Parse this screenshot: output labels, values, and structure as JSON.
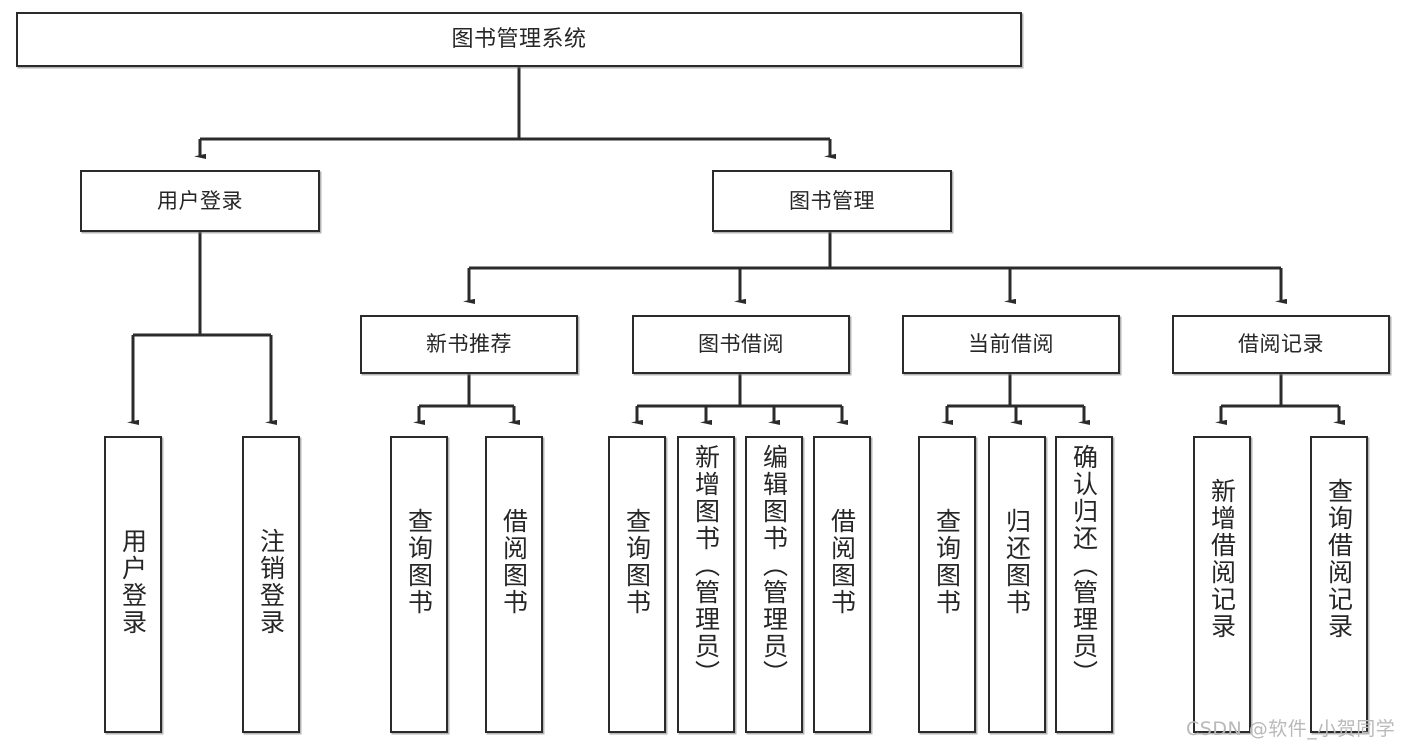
{
  "diagram": {
    "title": "图书管理系统",
    "type": "tree-hierarchy-diagram",
    "colors": {
      "background": "#ffffff",
      "box_border": "#2b2b2b",
      "box_fill": "#ffffff",
      "connector": "#2b2b2b",
      "watermark": "#b9b9b9"
    },
    "levels": {
      "root": {
        "label": "图书管理系统"
      },
      "level2": [
        {
          "label": "用户登录"
        },
        {
          "label": "图书管理"
        }
      ],
      "level3": [
        {
          "label": "新书推荐"
        },
        {
          "label": "图书借阅"
        },
        {
          "label": "当前借阅"
        },
        {
          "label": "借阅记录"
        }
      ],
      "leaves": {
        "user_login": [
          {
            "label": "用户登录"
          },
          {
            "label": "注销登录"
          }
        ],
        "new_book_recommend": [
          {
            "label": "查询图书"
          },
          {
            "label": "借阅图书"
          }
        ],
        "book_borrow": [
          {
            "label": "查询图书"
          },
          {
            "label": "新增图书（管理员）"
          },
          {
            "label": "编辑图书（管理员）"
          },
          {
            "label": "借阅图书"
          }
        ],
        "current_borrow": [
          {
            "label": "查询图书"
          },
          {
            "label": "归还图书"
          },
          {
            "label": "确认归还（管理员）"
          }
        ],
        "borrow_record": [
          {
            "label": "新增借阅记录"
          },
          {
            "label": "查询借阅记录"
          }
        ]
      }
    },
    "watermark": "CSDN @软件_小贺同学"
  }
}
